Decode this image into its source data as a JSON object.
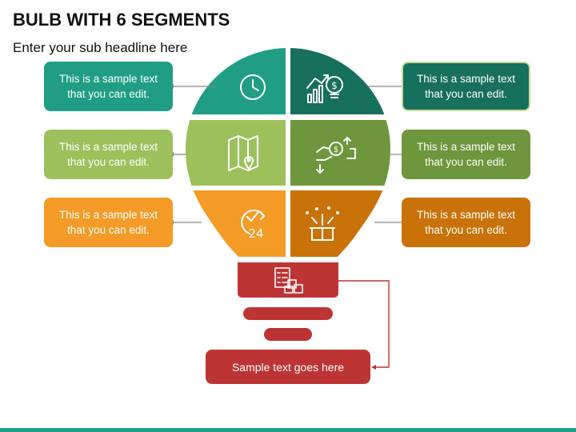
{
  "header": {
    "title": "BULB WITH 6 SEGMENTS",
    "subtitle": "Enter your sub headline here"
  },
  "segments": [
    {
      "id": "top-left",
      "text": "This is a sample text that you can edit.",
      "color": "#1f9e85",
      "icon": "clock-icon"
    },
    {
      "id": "top-right",
      "text": "This is a sample text that you can edit.",
      "color": "#176f5d",
      "icon": "money-growth-icon"
    },
    {
      "id": "middle-left",
      "text": "This is a sample text that you can edit.",
      "color": "#9cc15c",
      "icon": "map-icon"
    },
    {
      "id": "middle-right",
      "text": "This is a sample text that you can edit.",
      "color": "#6e963c",
      "icon": "money-exchange-icon"
    },
    {
      "id": "bottom-left",
      "text": "This is a sample text that you can edit.",
      "color": "#f39b26",
      "icon": "clock-24-icon"
    },
    {
      "id": "bottom-right",
      "text": "This is a sample text that you can edit.",
      "color": "#c97209",
      "icon": "gift-box-icon"
    }
  ],
  "base": {
    "text": "Sample text goes here",
    "color": "#bd3434",
    "icon": "checklist-boxes-icon"
  },
  "colors": {
    "accent_bar": "#1aa38a",
    "connector": "#888888",
    "base_connector": "#bd3434"
  }
}
